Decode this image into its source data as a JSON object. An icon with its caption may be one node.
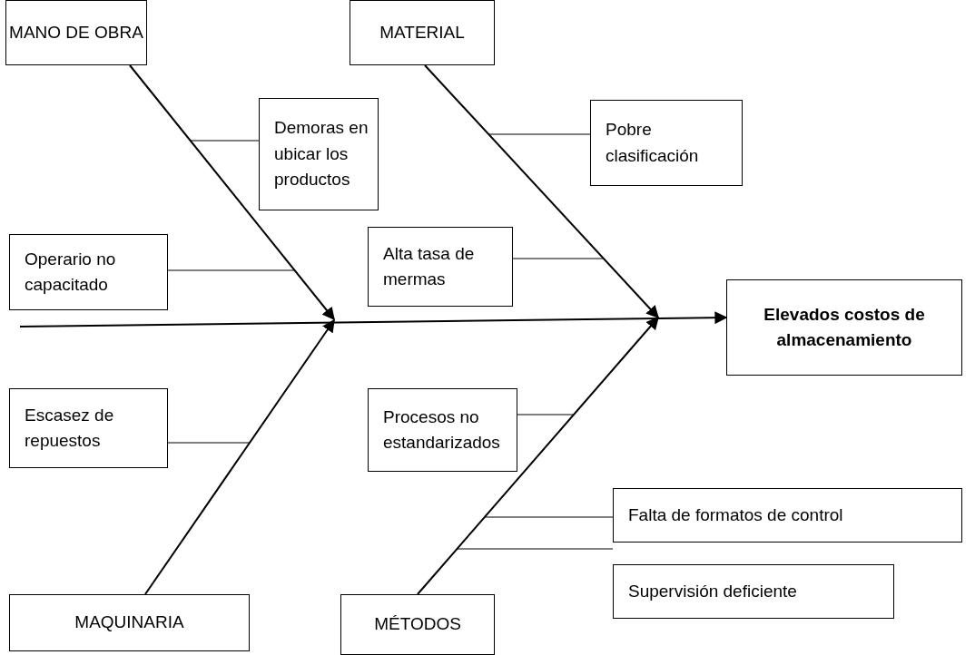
{
  "diagram": {
    "nodes": [
      {
        "text": [
          "MANO DE OBRA"
        ]
      },
      {
        "text": [
          "MATERIAL"
        ]
      },
      {
        "text": [
          "Demoras en ubicar los productos"
        ]
      },
      {
        "text": [
          "Pobre clasificación"
        ]
      },
      {
        "text": [
          "Operario no capacitado"
        ]
      },
      {
        "text": [
          "Alta tasa de mermas"
        ]
      },
      {
        "text": [
          "Elevados costos de almacenamiento"
        ]
      },
      {
        "text": [
          "Escasez de repuestos"
        ]
      },
      {
        "text": [
          "Procesos no estandarizados"
        ]
      },
      {
        "text": [
          "Falta de formatos de control"
        ]
      },
      {
        "text": [
          "Supervisión deficiente"
        ]
      },
      {
        "text": [
          "MAQUINARIA"
        ]
      },
      {
        "text": [
          "MÉTODOS"
        ]
      }
    ],
    "edges": [
      {
        "from": null,
        "to": 6,
        "arrow": "to"
      },
      {
        "from": 0,
        "to": null,
        "arrow": "to"
      },
      {
        "from": 11,
        "to": null,
        "arrow": "to"
      },
      {
        "from": 1,
        "to": null,
        "arrow": "to"
      },
      {
        "from": 12,
        "to": null,
        "arrow": "to"
      },
      {
        "from": 2,
        "to": null,
        "arrow": "none"
      },
      {
        "from": 4,
        "to": null,
        "arrow": "none"
      },
      {
        "from": 7,
        "to": null,
        "arrow": "none"
      },
      {
        "from": 3,
        "to": null,
        "arrow": "none"
      },
      {
        "from": 5,
        "to": null,
        "arrow": "none"
      },
      {
        "from": 8,
        "to": null,
        "arrow": "none"
      },
      {
        "from": 9,
        "to": null,
        "arrow": "none"
      },
      {
        "from": 10,
        "to": null,
        "arrow": "none"
      }
    ]
  }
}
